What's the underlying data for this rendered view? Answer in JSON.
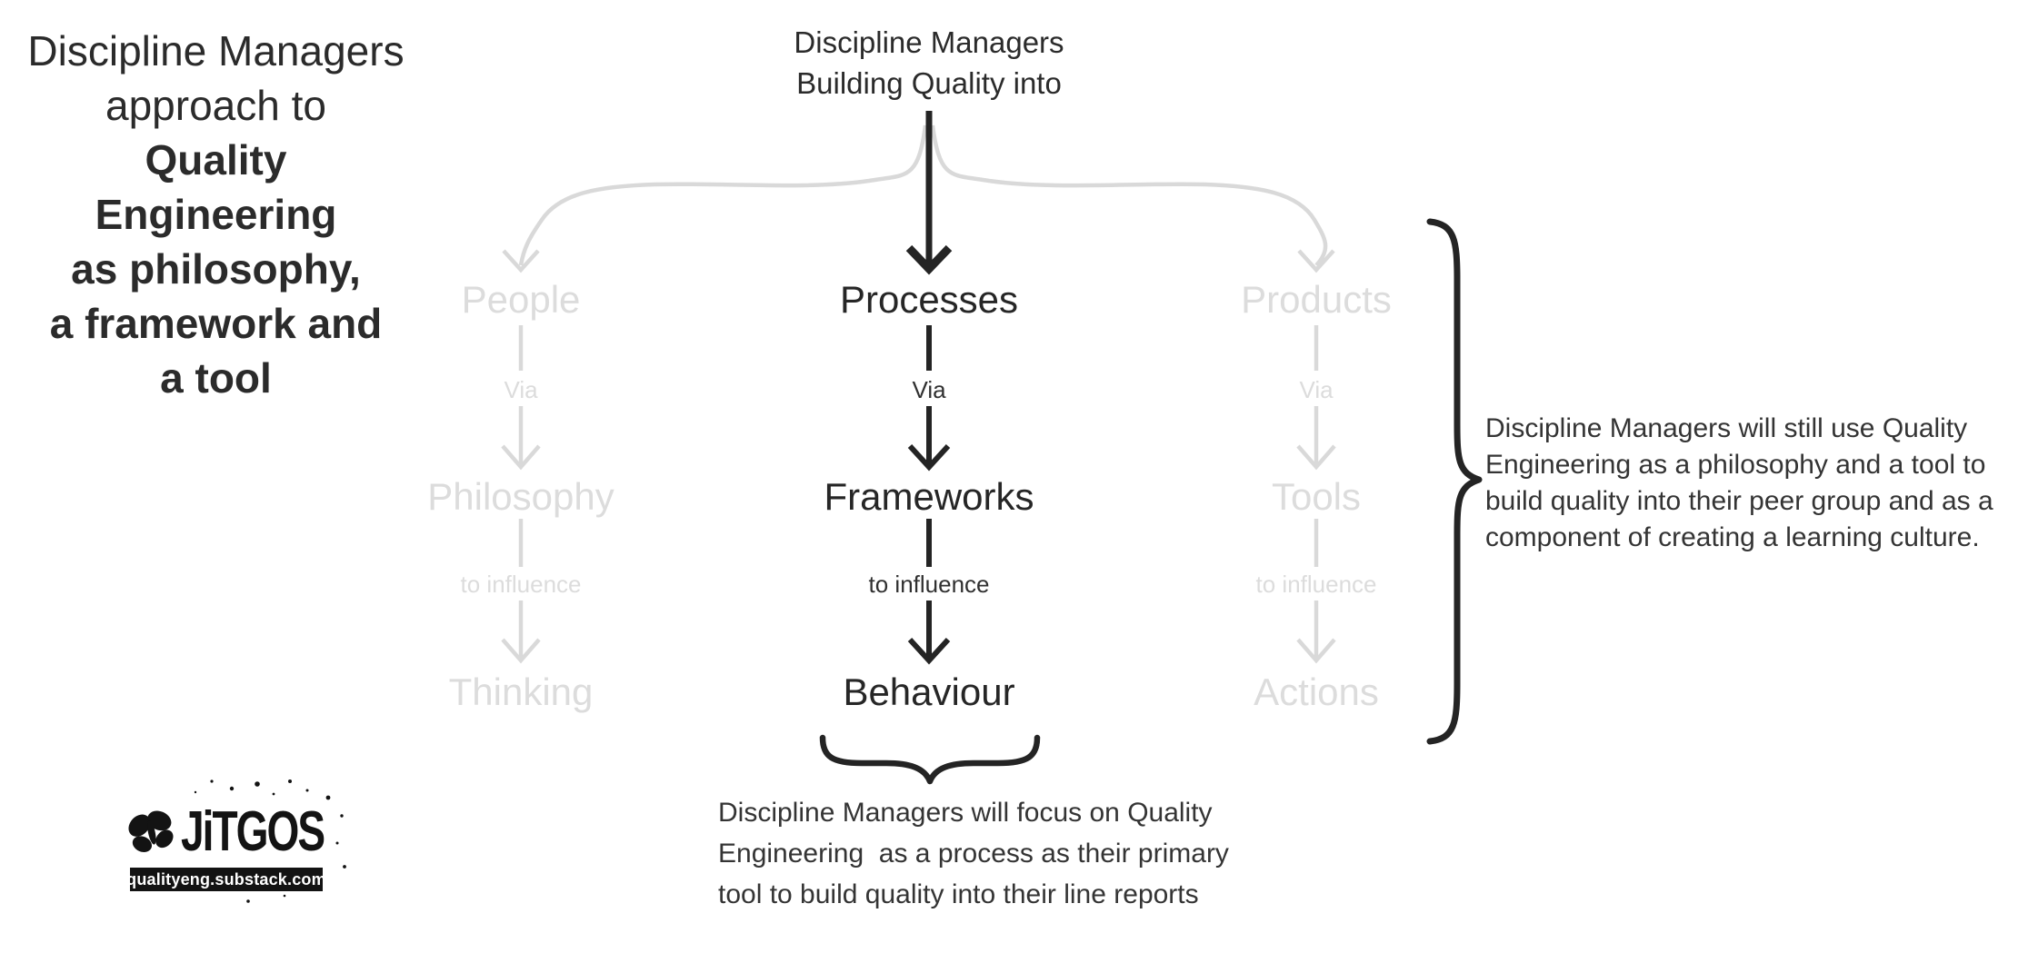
{
  "colors": {
    "bg": "#ffffff",
    "ink": "#242424",
    "title-text": "#2b2b2b",
    "note-text": "#343434",
    "muted": "#d9d9d9",
    "muted-text": "#dcdcdc",
    "logo-ink": "#131313",
    "logo-bar-text": "#ffffff"
  },
  "title": {
    "regular_lines": [
      "Discipline Managers",
      "approach to"
    ],
    "bold_lines": [
      "Quality",
      "Engineering",
      "as philosophy,",
      "a framework and",
      "a tool"
    ]
  },
  "root": {
    "lines": [
      "Discipline Managers",
      "Building Quality into"
    ]
  },
  "columns": [
    {
      "name": "people-path",
      "stages": [
        "People",
        "Philosophy",
        "Thinking"
      ],
      "connectors": [
        "Via",
        "to influence"
      ]
    },
    {
      "name": "process-path",
      "stages": [
        "Processes",
        "Frameworks",
        "Behaviour"
      ],
      "connectors": [
        "Via",
        "to influence"
      ]
    },
    {
      "name": "product-path",
      "stages": [
        "Products",
        "Tools",
        "Actions"
      ],
      "connectors": [
        "Via",
        "to influence"
      ]
    }
  ],
  "annotations": {
    "right": {
      "lines": [
        "Discipline Managers will still use Quality",
        "Engineering as a philosophy and a tool to",
        "build quality into their peer group and as a",
        "component of creating a learning culture."
      ]
    },
    "bottom": {
      "lines": [
        "Discipline Managers will focus on Quality",
        "Engineering  as a process as their primary",
        "tool to build quality into their line reports"
      ]
    }
  },
  "logo": {
    "wordmark": "JiTGOS",
    "url": "qualityeng.substack.com"
  }
}
